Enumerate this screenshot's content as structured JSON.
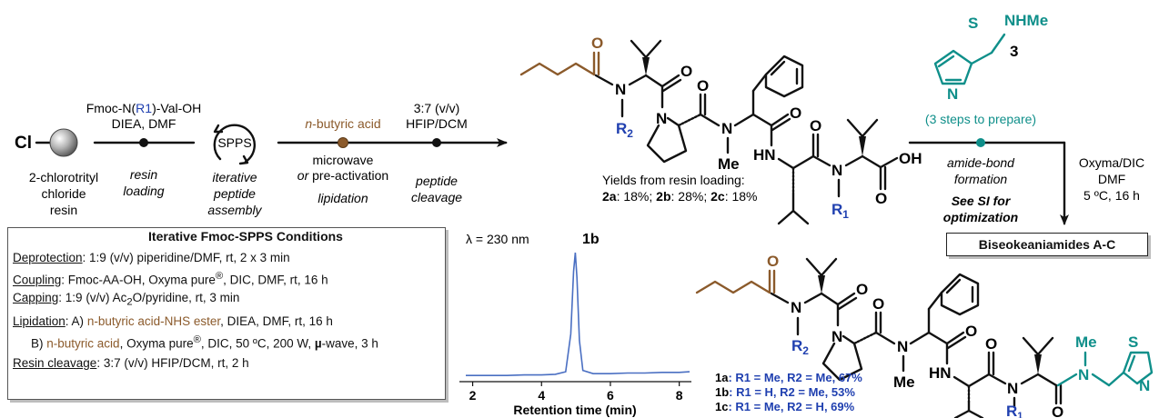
{
  "scheme": {
    "resin_label": "Cl",
    "resin_caption": [
      "2-chlorotrityl",
      "chloride",
      "resin"
    ],
    "step1_reagent": [
      "Fmoc-N(",
      "R1",
      ")-Val-OH"
    ],
    "step1_reagent2": "DIEA, DMF",
    "step1_caption": [
      "resin",
      "loading"
    ],
    "spps_label": "SPPS",
    "spps_caption": [
      "iterative",
      "peptide",
      "assembly"
    ],
    "step3_reagent": [
      "n",
      "-butyric acid"
    ],
    "step3_sub1": "microwave",
    "step3_sub2_or": "or",
    "step3_sub2": " pre-activation",
    "step3_caption": "lipidation",
    "step4_reagent1": "3:7 (v/v)",
    "step4_reagent2": "HFIP/DCM",
    "step4_caption": [
      "peptide",
      "cleavage"
    ],
    "yields_title": "Yields from resin loading:",
    "yields": [
      {
        "id": "2a",
        "value": ": 18%; "
      },
      {
        "id": "2b",
        "value": ": 28%; "
      },
      {
        "id": "2c",
        "value": ": 18%"
      }
    ],
    "thiazole_number": "3",
    "thiazole_nhme": "NHMe",
    "thiazole_note": "(3 steps to prepare)",
    "coupling_caption": [
      "amide-bond",
      "formation"
    ],
    "see_si": [
      "See SI for",
      "optimization"
    ],
    "final_conditions": [
      "Oxyma/DIC",
      "DMF",
      "5 ºC, 16 h"
    ],
    "product_box": "Biseokeaniamides A-C"
  },
  "atoms": {
    "O": "O",
    "N": "N",
    "HN": "HN",
    "Me": "Me",
    "OH": "OH",
    "S": "S",
    "R1": "R",
    "R1_sub": "1",
    "R2": "R",
    "R2_sub": "2"
  },
  "conditions": {
    "title": "Iterative Fmoc-SPPS Conditions",
    "deprotection_label": "Deprotection",
    "deprotection_text": ": 1:9 (v/v) piperidine/DMF, rt, 2 x 3 min",
    "coupling_label": "Coupling",
    "coupling_text": ": Fmoc-AA-OH, Oxyma pure",
    "coupling_text2": ", DIC, DMF, rt, 16 h",
    "capping_label": "Capping",
    "capping_text": ": 1:9 (v/v) Ac",
    "capping_text2": "O/pyridine, rt, 3 min",
    "lipidation_label": "Lipidation",
    "lipidation_a_pre": ": A) ",
    "lipidation_a_reagent": "n-butyric acid-NHS ester",
    "lipidation_a_text": ", DIEA, DMF, rt, 16 h",
    "lipidation_b_pre": "B) ",
    "lipidation_b_reagent": "n-butyric acid",
    "lipidation_b_text": ", Oxyma pure",
    "lipidation_b_text2": ", DIC, 50 ºC, 200 W, ",
    "lipidation_b_mu": "µ",
    "lipidation_b_text3": "-wave, 3 h",
    "cleavage_label": "Resin cleavage",
    "cleavage_text": ": 3:7 (v/v) HFIP/DCM, rt, 2 h",
    "reg": "®",
    "sub2": "2"
  },
  "products": [
    {
      "id": "1a",
      "text": ": R1 = Me, R2 = Me, 67%"
    },
    {
      "id": "1b",
      "text": ": R1 = H, R2 = Me, 53%"
    },
    {
      "id": "1c",
      "text": ": R1 = Me, R2 = H, 69%"
    }
  ],
  "chart_data": {
    "type": "line",
    "title": "1b",
    "annotation": "λ = 230 nm",
    "xlabel": "Retention time (min)",
    "ylabel": "",
    "xticks": [
      2,
      4,
      6,
      8
    ],
    "xlim": [
      1.8,
      8.3
    ],
    "ylim": [
      0,
      1.0
    ],
    "color": "#4a6fc2",
    "series": [
      {
        "x": [
          1.8,
          2.5,
          3.0,
          3.5,
          4.0,
          4.4,
          4.7,
          4.85,
          4.93,
          4.98,
          5.03,
          5.1,
          5.2,
          5.5,
          6.0,
          6.5,
          7.0,
          7.5,
          8.0,
          8.3
        ],
        "values": [
          0.02,
          0.02,
          0.02,
          0.025,
          0.025,
          0.03,
          0.05,
          0.35,
          0.85,
          1.0,
          0.8,
          0.3,
          0.06,
          0.035,
          0.035,
          0.04,
          0.04,
          0.045,
          0.045,
          0.05
        ]
      }
    ]
  },
  "colors": {
    "brown": "#8b5a2b",
    "blue": "#2040b0",
    "teal": "#0f8f8a"
  }
}
